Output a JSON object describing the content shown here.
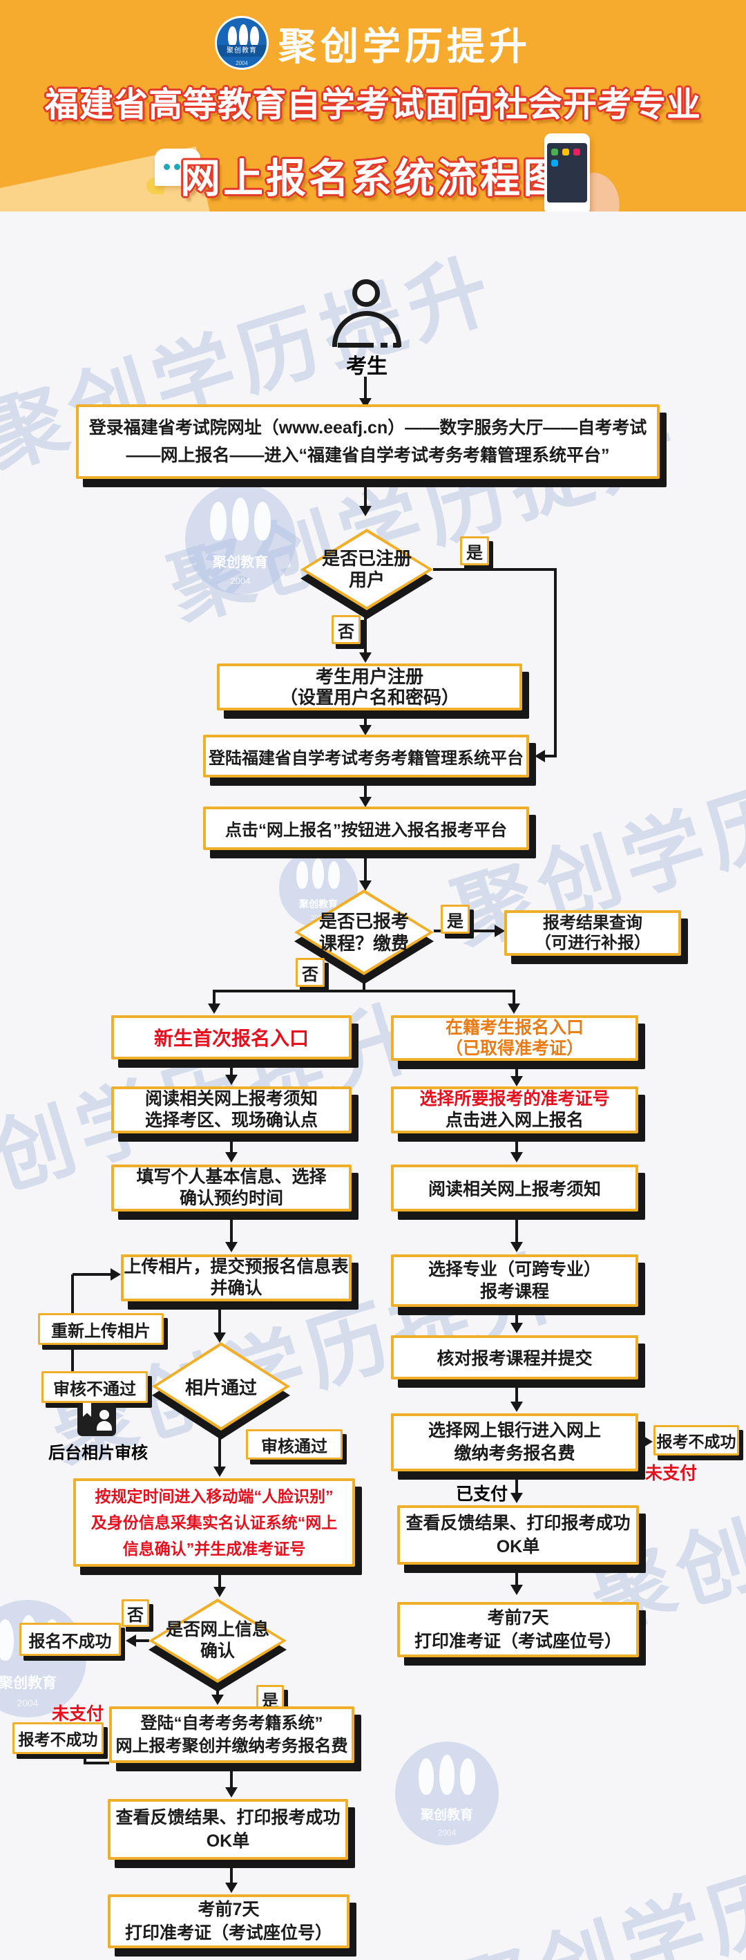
{
  "colors": {
    "header_bg": "#F6AB2E",
    "logo_blue": "#1866B8",
    "title_outline_red": "#E5392B",
    "box_border_yellow": "#EFAF28",
    "box_shadow_black": "#171717",
    "text_red": "#E60F1E",
    "text_orange": "#E97B14",
    "watermark_blue": "#99ADD8",
    "body_bg": "#F6F6F8"
  },
  "header": {
    "brand": "聚创学历提升",
    "logo_badge": "聚创教育",
    "logo_year": "2004",
    "title_line1": "福建省高等教育自学考试面向社会开考专业",
    "title_line2": "网上报名系统流程图"
  },
  "watermark": {
    "text": "聚创学历提升",
    "badge": "聚创教育",
    "year": "2004"
  },
  "labels": {
    "yes": "是",
    "no": "否",
    "paid": "已支付",
    "unpaid": "未支付"
  },
  "flow": {
    "actor": "考生",
    "login_site": {
      "line1": "登录福建省考试院网址（www.eeafj.cn）——数字服务大厅——自考考试",
      "line2": "——网上报名——进入“福建省自学考试考务考籍管理系统平台”"
    },
    "d_registered": {
      "line1": "是否已注册",
      "line2": "用户"
    },
    "register": {
      "line1": "考生用户注册",
      "line2": "（设置用户名和密码）"
    },
    "login_platform": "登陆福建省自学考试考务考籍管理系统平台",
    "click_online": "点击“网上报名”按钮进入报名报考平台",
    "d_enrolled": {
      "line1": "是否已报考",
      "line2": "课程？缴费"
    },
    "result_query": {
      "line1": "报考结果查询",
      "line2": "（可进行补报）"
    },
    "new_entry": "新生首次报名入口",
    "old_entry": {
      "line1": "在籍考生报名入口",
      "line2": "（已取得准考证）"
    },
    "read_notice_new": {
      "line1": "阅读相关网上报考须知",
      "line2": "选择考区、现场确认点"
    },
    "choose_ticket": {
      "line1": "选择所要报考的准考证号",
      "line2": "点击进入网上报名"
    },
    "fill_info": {
      "line1": "填写个人基本信息、选择",
      "line2": "确认预约时间"
    },
    "read_notice_old": "阅读相关网上报考须知",
    "upload_photo": {
      "line1": "上传相片，提交预报名信息表",
      "line2": "并确认"
    },
    "choose_major": {
      "line1": "选择专业（可跨专业）",
      "line2": "报考课程"
    },
    "reupload": "重新上传相片",
    "review_fail": "审核不通过",
    "d_photo": "相片通过",
    "backend_review": "后台相片审核",
    "review_pass": "审核通过",
    "check_courses": "核对报考课程并提交",
    "face_box": {
      "line1": "按规定时间进入移动端“人脸识别”",
      "line2": "及身份信息采集实名认证系统“网上",
      "line3": "信息确认”并生成准考证号"
    },
    "pay_bank": {
      "line1": "选择网上银行进入网上",
      "line2": "缴纳考务报名费"
    },
    "enroll_fail_right": "报考不成功",
    "d_confirm": {
      "line1": "是否网上信息",
      "line2": "确认"
    },
    "signup_fail": "报名不成功",
    "feedback_right": {
      "line1": "查看反馈结果、打印报考成功",
      "line2": "OK单"
    },
    "print_ticket_right": {
      "line1": "考前7天",
      "line2": "打印准考证（考试座位号）"
    },
    "unpaid_left": "未支付",
    "enroll_fail_left": "报考不成功",
    "login_juchuang": {
      "line1": "登陆“自考考务考籍系统”",
      "line2": "网上报考聚创并缴纳考务报名费"
    },
    "feedback_left": {
      "line1": "查看反馈结果、打印报考成功",
      "line2": "OK单"
    },
    "print_ticket_left": {
      "line1": "考前7天",
      "line2": "打印准考证（考试座位号）"
    }
  }
}
